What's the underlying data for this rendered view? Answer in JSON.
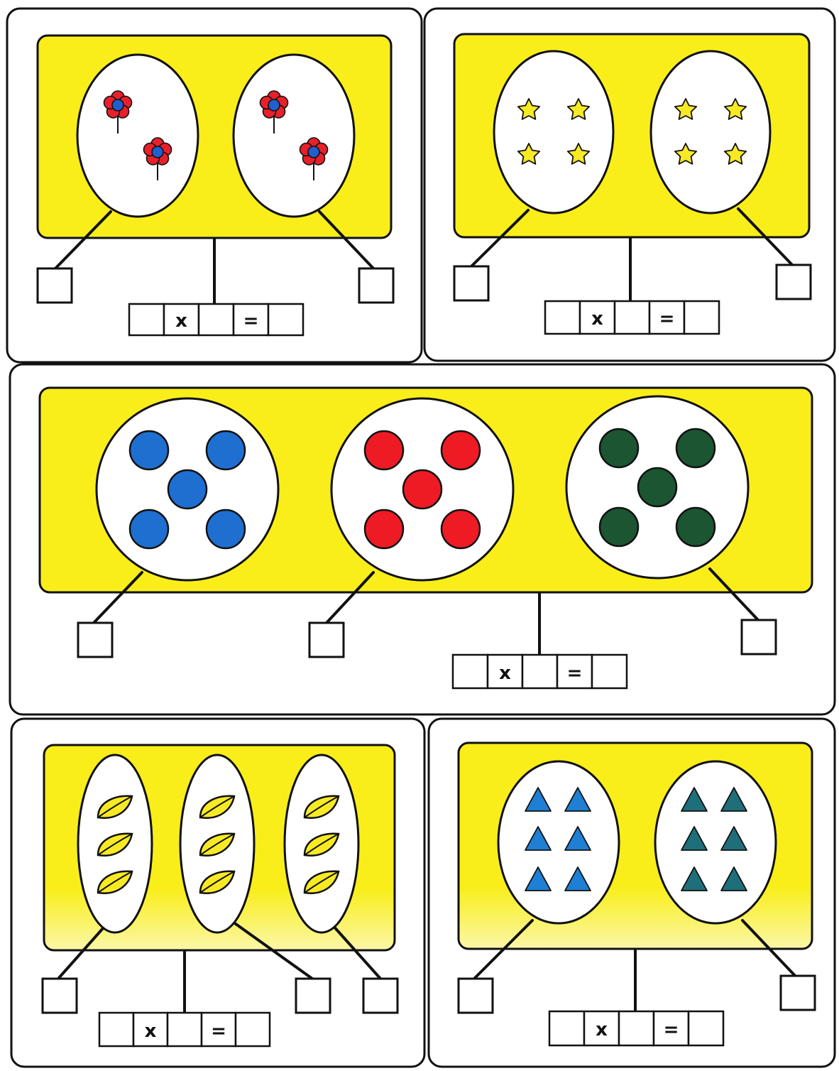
{
  "worksheet": {
    "colors": {
      "panel_yellow": "#f9ee1a",
      "blue": "#1f6fd0",
      "red": "#ee1b24",
      "dark_green": "#1b5532",
      "star_yellow": "#f7ea24",
      "teal": "#1f6f7a"
    },
    "equation": {
      "times_symbol": "x",
      "equals_symbol": "="
    },
    "exercises": [
      {
        "object": "flower",
        "groups": 2,
        "per_group": 2
      },
      {
        "object": "star",
        "groups": 2,
        "per_group": 4
      },
      {
        "object": "dot",
        "groups": 3,
        "per_group": 5
      },
      {
        "object": "leaf",
        "groups": 3,
        "per_group": 3
      },
      {
        "object": "triangle",
        "groups": 2,
        "per_group": 6
      }
    ]
  }
}
